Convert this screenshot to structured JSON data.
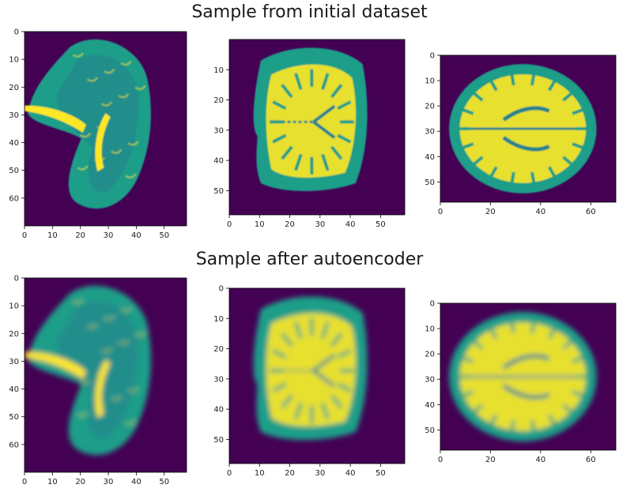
{
  "figure": {
    "titles": {
      "top": "Sample from initial dataset",
      "bottom": "Sample after autoencoder"
    },
    "colors": {
      "background": "#440154",
      "mid_tissue": "#1f9e89",
      "bright_tissue": "#fde725",
      "teal": "#26828e"
    },
    "panels": [
      {
        "name": "top-sagittal",
        "view": "sagittal",
        "blur": false,
        "xticks": [
          "0",
          "10",
          "20",
          "30",
          "40",
          "50"
        ],
        "yticks": [
          "0",
          "10",
          "20",
          "30",
          "40",
          "50",
          "60"
        ],
        "xlim": [
          0,
          58
        ],
        "ylim": [
          0,
          70
        ]
      },
      {
        "name": "top-coronal",
        "view": "coronal",
        "blur": false,
        "xticks": [
          "0",
          "10",
          "20",
          "30",
          "40",
          "50"
        ],
        "yticks": [
          "10",
          "20",
          "30",
          "40",
          "50"
        ],
        "xlim": [
          0,
          58
        ],
        "ylim": [
          0,
          58
        ]
      },
      {
        "name": "top-axial",
        "view": "axial",
        "blur": false,
        "xticks": [
          "0",
          "20",
          "40",
          "60"
        ],
        "yticks": [
          "0",
          "10",
          "20",
          "30",
          "40",
          "50"
        ],
        "xlim": [
          0,
          70
        ],
        "ylim": [
          0,
          58
        ]
      },
      {
        "name": "bottom-sagittal",
        "view": "sagittal",
        "blur": true,
        "xticks": [
          "0",
          "10",
          "20",
          "30",
          "40",
          "50"
        ],
        "yticks": [
          "0",
          "10",
          "20",
          "30",
          "40",
          "50",
          "60"
        ],
        "xlim": [
          0,
          58
        ],
        "ylim": [
          0,
          70
        ]
      },
      {
        "name": "bottom-coronal",
        "view": "coronal",
        "blur": true,
        "xticks": [
          "0",
          "10",
          "20",
          "30",
          "40",
          "50"
        ],
        "yticks": [
          "0",
          "10",
          "20",
          "30",
          "40",
          "50"
        ],
        "xlim": [
          0,
          58
        ],
        "ylim": [
          0,
          58
        ]
      },
      {
        "name": "bottom-axial",
        "view": "axial",
        "blur": true,
        "xticks": [
          "0",
          "20",
          "40",
          "60"
        ],
        "yticks": [
          "0",
          "10",
          "20",
          "30",
          "40",
          "50"
        ],
        "xlim": [
          0,
          70
        ],
        "ylim": [
          0,
          58
        ]
      }
    ]
  }
}
